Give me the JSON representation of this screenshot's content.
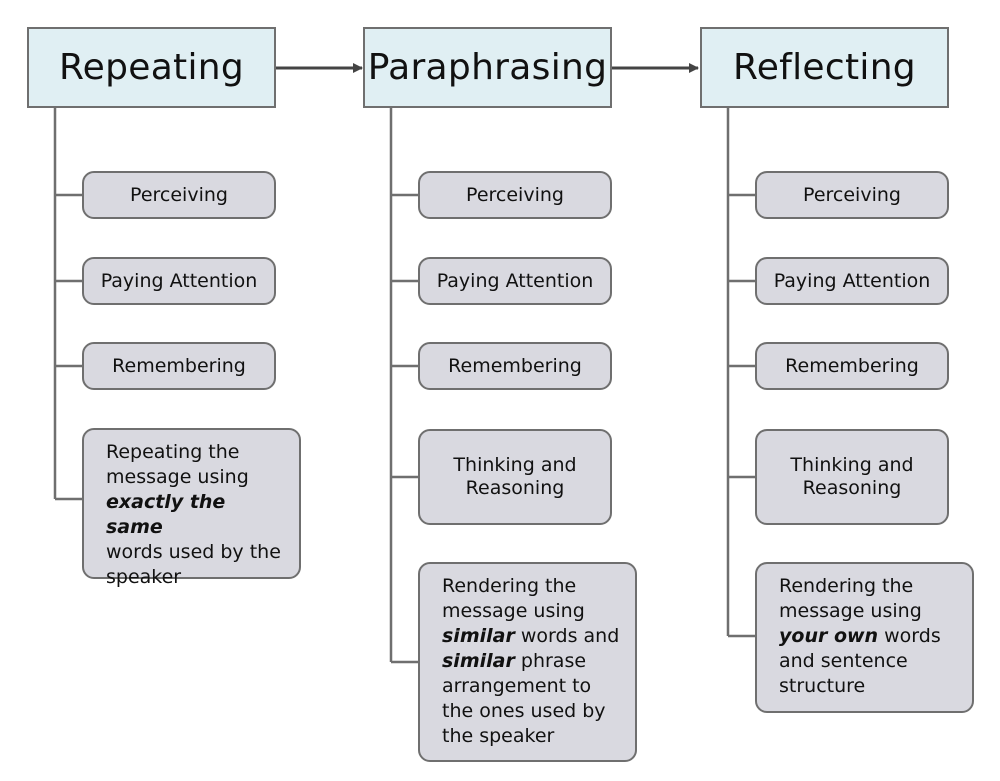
{
  "columns": [
    {
      "title": "Repeating",
      "items": [
        "Perceiving",
        "Paying Attention",
        "Remembering"
      ],
      "description": {
        "lines": [
          [
            {
              "text": "Repeating the"
            }
          ],
          [
            {
              "text": "message using"
            }
          ],
          [
            {
              "text": "exactly the same",
              "emphasis": true
            }
          ],
          [
            {
              "text": "words used by the"
            }
          ],
          [
            {
              "text": "speaker"
            }
          ]
        ]
      }
    },
    {
      "title": "Paraphrasing",
      "items": [
        "Perceiving",
        "Paying Attention",
        "Remembering"
      ],
      "thinking": [
        "Thinking and",
        "Reasoning"
      ],
      "description": {
        "lines": [
          [
            {
              "text": "Rendering the"
            }
          ],
          [
            {
              "text": "message using"
            }
          ],
          [
            {
              "text": "similar",
              "emphasis": true
            },
            {
              "text": " words and"
            }
          ],
          [
            {
              "text": "similar",
              "emphasis": true
            },
            {
              "text": " phrase"
            }
          ],
          [
            {
              "text": "arrangement to"
            }
          ],
          [
            {
              "text": "the ones used by"
            }
          ],
          [
            {
              "text": "the speaker"
            }
          ]
        ]
      }
    },
    {
      "title": "Reflecting",
      "items": [
        "Perceiving",
        "Paying Attention",
        "Remembering"
      ],
      "thinking": [
        "Thinking and",
        "Reasoning"
      ],
      "description": {
        "lines": [
          [
            {
              "text": "Rendering the"
            }
          ],
          [
            {
              "text": "message using"
            }
          ],
          [
            {
              "text": "your own",
              "emphasis": true
            },
            {
              "text": " words"
            }
          ],
          [
            {
              "text": "and sentence"
            }
          ],
          [
            {
              "text": "structure"
            }
          ]
        ]
      }
    }
  ],
  "colors": {
    "header_fill": "#e0eff3",
    "box_fill": "#d9d9e0",
    "border": "#6f6f6f",
    "arrow": "#444444"
  }
}
